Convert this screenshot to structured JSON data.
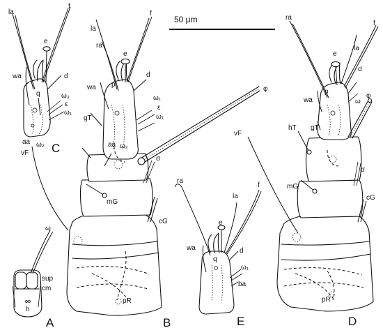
{
  "figure": {
    "scale_bar": {
      "label": "50 μm"
    },
    "panels": {
      "A": {
        "letter": "A",
        "labels": {
          "omega": "ω",
          "sup": "sup",
          "cm": "cm",
          "h": "h"
        }
      },
      "B": {
        "letter": "B",
        "labels": {
          "la": "la",
          "f": "f",
          "ra": "ra",
          "e": "e",
          "wa": "wa",
          "p": "p",
          "d": "d",
          "omega1": "ω₁",
          "epsilon": "ε",
          "omega1b": "ω₁",
          "aa": "aa",
          "omega2": "ω₂",
          "gT": "gT",
          "phi": "φ",
          "sigma": "σ",
          "mG": "mG",
          "cG": "cG",
          "pR": "pR"
        }
      },
      "C": {
        "letter": "C",
        "labels": {
          "la": "la",
          "f": "f",
          "e": "e",
          "wa": "wa",
          "q": "q",
          "d": "d",
          "omega3": "ω₃",
          "epsilon": "ε",
          "omega1": "ω₁",
          "aa": "aa",
          "omega2": "ω₂",
          "vF": "vF"
        }
      },
      "D": {
        "letter": "D",
        "labels": {
          "ra": "ra",
          "f": "f",
          "la": "la",
          "d": "d",
          "e": "e",
          "p": "p",
          "wa": "wa",
          "omega": "ω",
          "phi": "φ",
          "hT": "hT",
          "gT": "gT",
          "vF": "vF",
          "mG": "mG",
          "sigma": "σ",
          "cG": "cG",
          "pR": "pR"
        }
      },
      "E": {
        "letter": "E",
        "labels": {
          "ra": "ra",
          "f": "f",
          "la": "la",
          "e": "e",
          "wa": "wa",
          "q": "q",
          "d": "d",
          "omega1": "ω₁",
          "ba": "ba"
        }
      }
    }
  }
}
